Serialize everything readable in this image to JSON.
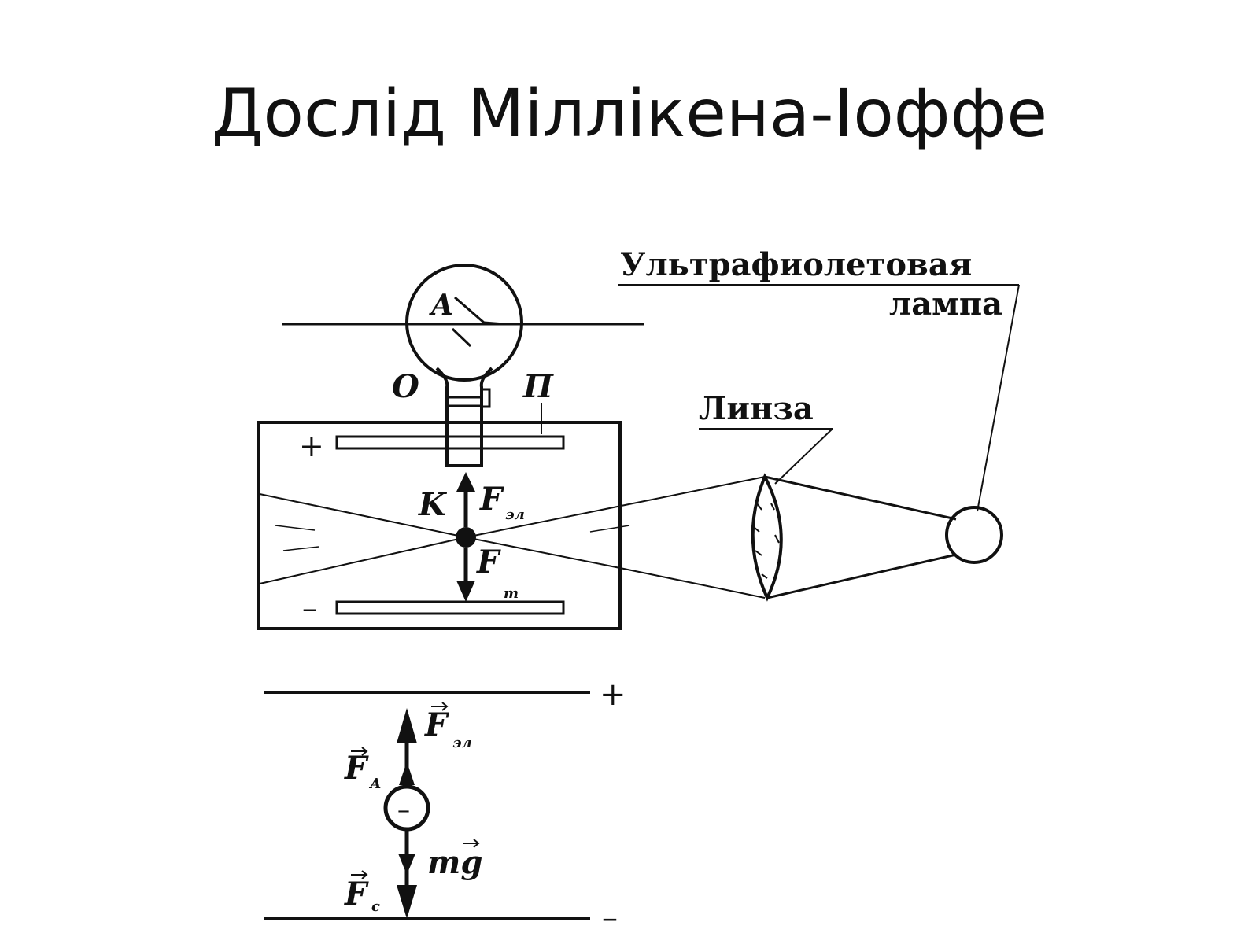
{
  "slide": {
    "title": "Дослід Міллікена-Іоффе"
  },
  "diagram_top": {
    "lamp_label_line1": "Ультрафиолетовая",
    "lamp_label_line2": "лампа",
    "lens_label": "Линза",
    "electrometer_label": "A",
    "label_O": "O",
    "label_P": "П",
    "label_K": "K",
    "force_el_symbol": "F",
    "force_el_sub": "эл",
    "force_t_symbol": "F",
    "force_t_sub": "т",
    "plate_top_sign": "+",
    "plate_bottom_sign": "–"
  },
  "diagram_bottom": {
    "plate_top_sign": "+",
    "plate_bottom_sign": "–",
    "force_el_symbol": "F",
    "force_el_sub": "эл",
    "force_A_symbol": "F",
    "force_A_sub": "А",
    "force_c_symbol": "F",
    "force_c_sub": "с",
    "gravity_label": "mg",
    "droplet_sign": "–"
  }
}
